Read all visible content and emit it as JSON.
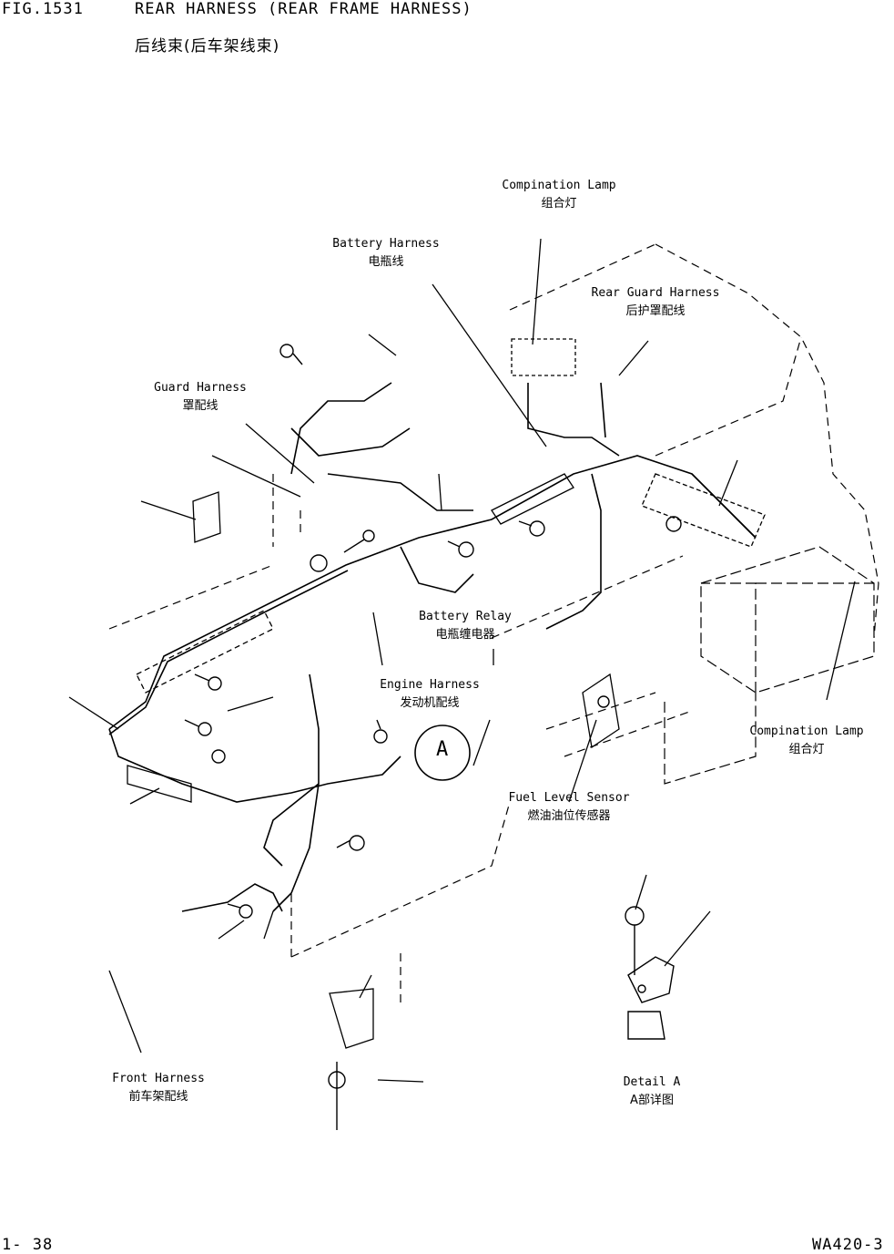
{
  "header": {
    "fig_number": "FIG.1531",
    "title_en": "REAR HARNESS (REAR FRAME HARNESS)",
    "title_zh": "后线束(后车架线束)"
  },
  "labels": {
    "combination_lamp_top": {
      "en": "Compination Lamp",
      "zh": "组合灯"
    },
    "battery_harness": {
      "en": "Battery Harness",
      "zh": "电瓶线"
    },
    "rear_guard_harness": {
      "en": "Rear Guard Harness",
      "zh": "后护罩配线"
    },
    "guard_harness": {
      "en": "Guard Harness",
      "zh": "罩配线"
    },
    "battery_relay": {
      "en": "Battery Relay",
      "zh": "电瓶缠电器"
    },
    "engine_harness": {
      "en": "Engine Harness",
      "zh": "发动机配线"
    },
    "combination_lamp_right": {
      "en": "Compination Lamp",
      "zh": "组合灯"
    },
    "fuel_level_sensor": {
      "en": "Fuel Level Sensor",
      "zh": "燃油油位传感器"
    },
    "front_harness": {
      "en": "Front Harness",
      "zh": "前车架配线"
    },
    "detail_a": {
      "en": "Detail A",
      "zh": "A部详图"
    },
    "detail_marker": "A"
  },
  "footer": {
    "page": "1- 38",
    "model": "WA420-3"
  }
}
